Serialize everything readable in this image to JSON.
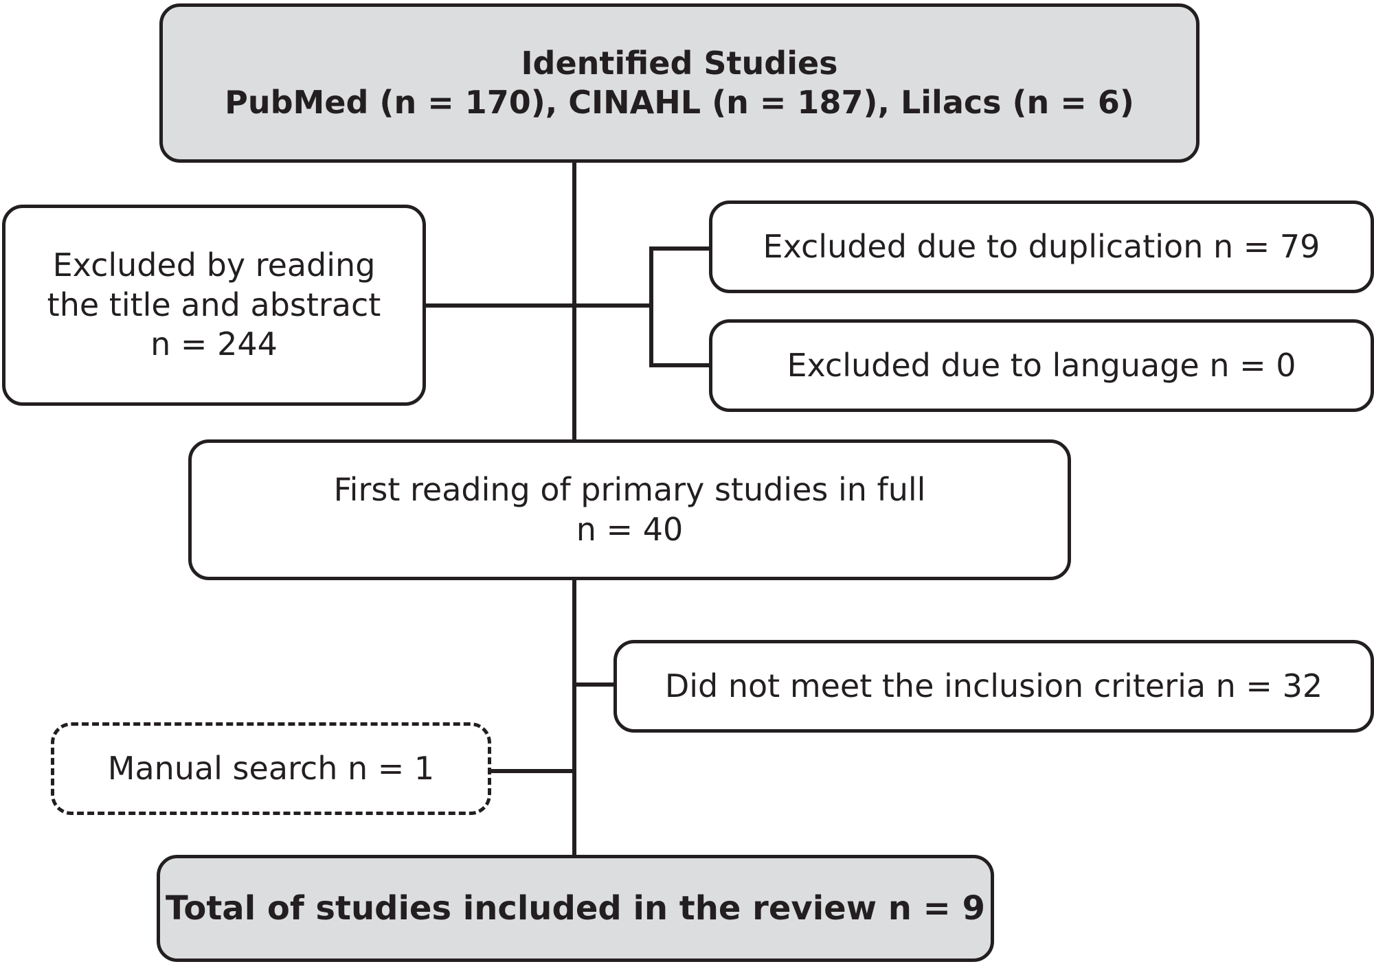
{
  "diagram": {
    "identified": {
      "title": "Identified Studies",
      "sources": "PubMed (n = 170), CINAHL (n = 187), Lilacs (n = 6)"
    },
    "excluded_title_abstract": {
      "line1": "Excluded by reading",
      "line2": "the title and abstract",
      "count": "n = 244"
    },
    "excluded_duplication": "Excluded due to duplication n = 79",
    "excluded_language": "Excluded due to language n = 0",
    "first_reading": {
      "line1": "First reading of primary studies in full",
      "count": "n = 40"
    },
    "not_meet_criteria": "Did not meet the inclusion criteria n = 32",
    "manual_search": "Manual search n = 1",
    "total_included": "Total of studies included in the review n = 9"
  }
}
